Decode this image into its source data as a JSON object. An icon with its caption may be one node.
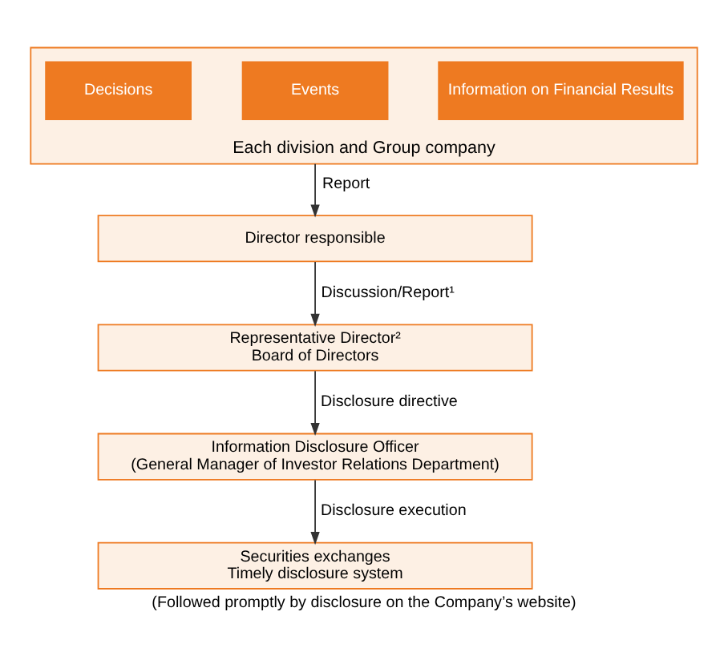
{
  "diagram": {
    "caption": "(Followed promptly by disclosure on the Company’s website)",
    "nodes": [
      {
        "text": [
          "Each division and Group company"
        ]
      },
      {
        "text": [
          "Decisions"
        ],
        "in": 0
      },
      {
        "text": [
          "Events"
        ],
        "in": 0
      },
      {
        "text": [
          "Information on Financial Results"
        ],
        "in": 0
      },
      {
        "text": [
          "Director responsible"
        ]
      },
      {
        "text": [
          "Representative Director²",
          "Board of Directors"
        ]
      },
      {
        "text": [
          "Information Disclosure Officer",
          "(General Manager of Investor Relations Department)"
        ]
      },
      {
        "text": [
          "Securities exchanges",
          "Timely disclosure system"
        ]
      }
    ],
    "edges": [
      {
        "from": 0,
        "to": 4,
        "arrow": "to",
        "label": "Report"
      },
      {
        "from": 4,
        "to": 5,
        "arrow": "to",
        "label": "Discussion/Report¹"
      },
      {
        "from": 5,
        "to": 6,
        "arrow": "to",
        "label": "Disclosure directive"
      },
      {
        "from": 6,
        "to": 7,
        "arrow": "to",
        "label": "Disclosure execution"
      }
    ]
  }
}
